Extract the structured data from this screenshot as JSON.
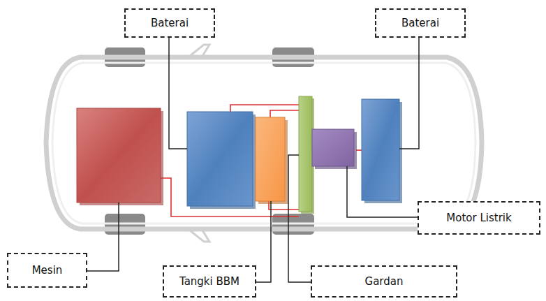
{
  "diagram": {
    "nodes": [
      {
        "text": [
          "Baterai"
        ]
      },
      {
        "text": [
          "Baterai"
        ]
      },
      {
        "text": [
          "Motor Listrik"
        ]
      },
      {
        "text": [
          "Mesin"
        ]
      },
      {
        "text": [
          "Tangki BBM"
        ]
      },
      {
        "text": [
          "Gardan"
        ]
      }
    ]
  }
}
